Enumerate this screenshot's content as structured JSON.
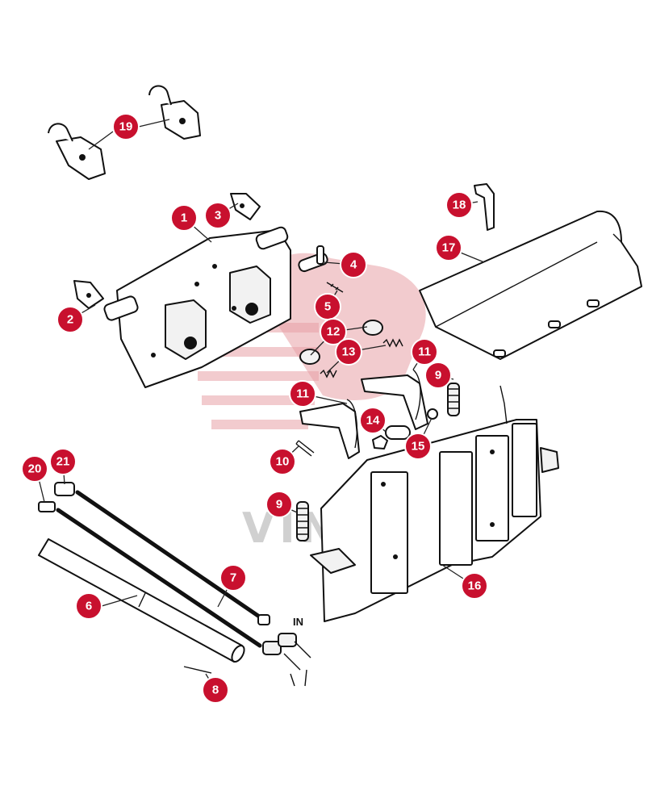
{
  "diagram": {
    "callouts": [
      {
        "id": "1",
        "label": "1"
      },
      {
        "id": "2",
        "label": "2"
      },
      {
        "id": "3",
        "label": "3"
      },
      {
        "id": "4",
        "label": "4"
      },
      {
        "id": "5",
        "label": "5"
      },
      {
        "id": "6",
        "label": "6"
      },
      {
        "id": "7",
        "label": "7"
      },
      {
        "id": "8",
        "label": "8"
      },
      {
        "id": "9a",
        "label": "9"
      },
      {
        "id": "9b",
        "label": "9"
      },
      {
        "id": "10",
        "label": "10"
      },
      {
        "id": "11a",
        "label": "11"
      },
      {
        "id": "11b",
        "label": "11"
      },
      {
        "id": "12",
        "label": "12"
      },
      {
        "id": "13",
        "label": "13"
      },
      {
        "id": "14",
        "label": "14"
      },
      {
        "id": "15",
        "label": "15"
      },
      {
        "id": "16",
        "label": "16"
      },
      {
        "id": "17",
        "label": "17"
      },
      {
        "id": "18",
        "label": "18"
      },
      {
        "id": "19",
        "label": "19"
      },
      {
        "id": "20",
        "label": "20"
      },
      {
        "id": "21",
        "label": "21"
      }
    ],
    "direction_label": "IN",
    "watermark_text": "VINTEX",
    "colors": {
      "callout": "#c8102e",
      "watermark": "#e8a0a6",
      "line": "#111111"
    }
  }
}
